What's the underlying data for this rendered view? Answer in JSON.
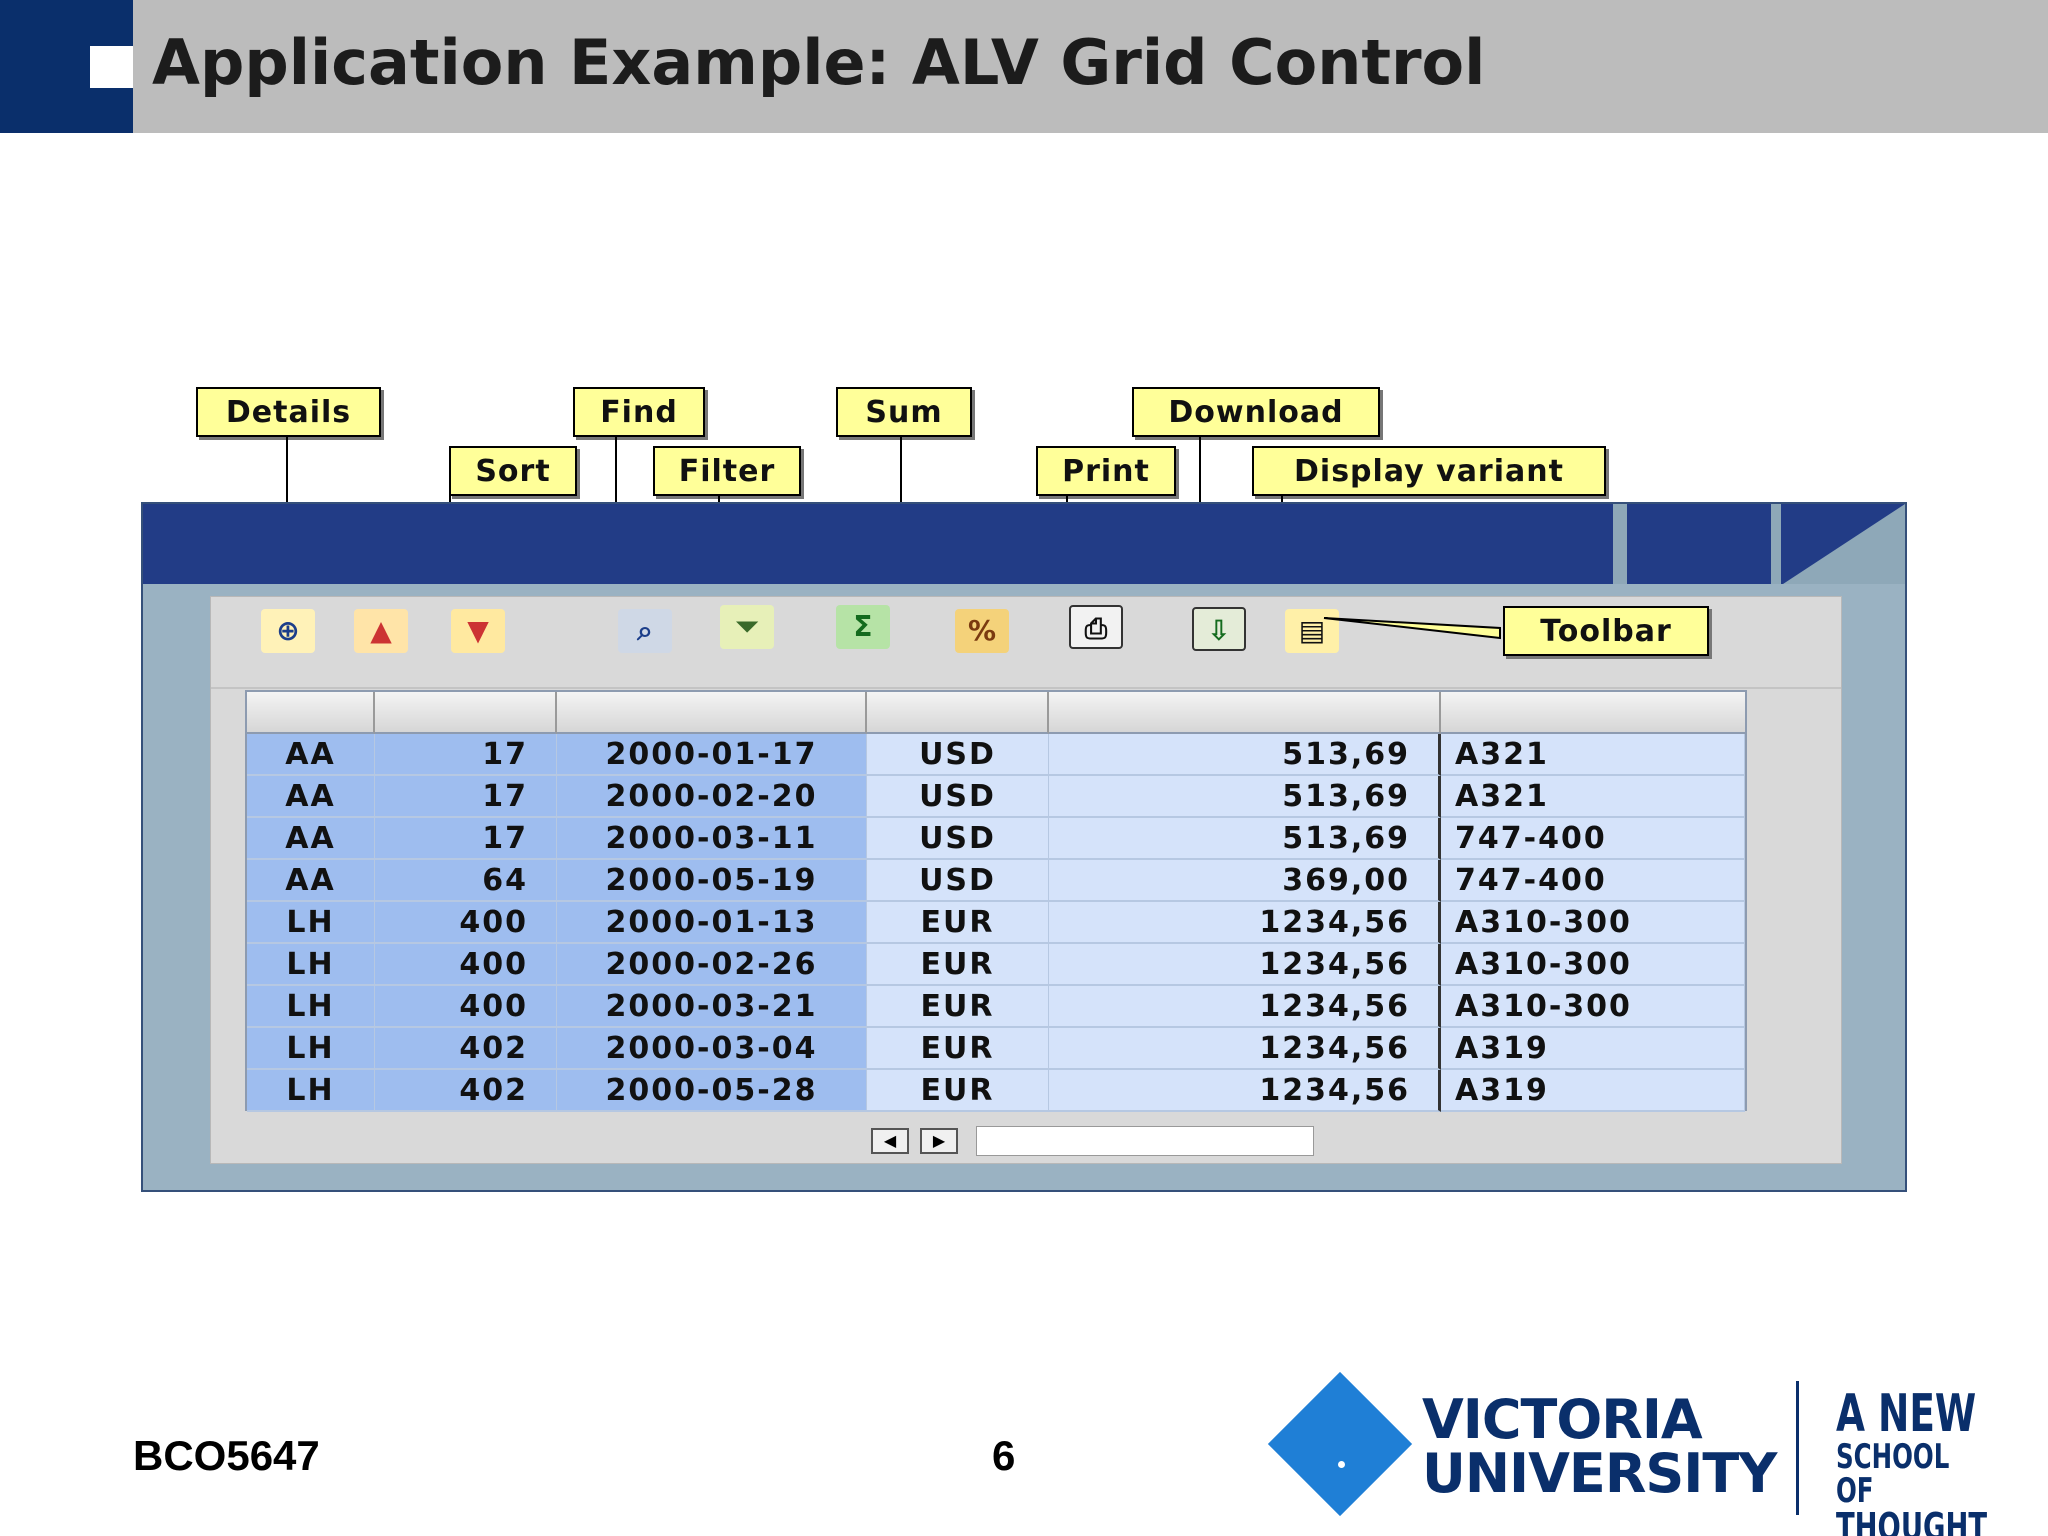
{
  "slide": {
    "title": "Application Example: ALV Grid Control",
    "course_code": "BCO5647",
    "page_number": "6"
  },
  "callouts": {
    "details": "Details",
    "sort": "Sort",
    "find": "Find",
    "filter": "Filter",
    "sum": "Sum",
    "print": "Print",
    "download": "Download",
    "display_variant": "Display variant",
    "toolbar": "Toolbar"
  },
  "toolbar_icons": [
    {
      "name": "details-icon",
      "glyph": "⊕"
    },
    {
      "name": "sort-ascending-icon",
      "glyph": "▲"
    },
    {
      "name": "sort-descending-icon",
      "glyph": "▼"
    },
    {
      "name": "find-binoculars-icon",
      "glyph": "⌕"
    },
    {
      "name": "filter-funnel-icon",
      "glyph": "⏷"
    },
    {
      "name": "sum-sigma-icon",
      "glyph": "Σ"
    },
    {
      "name": "subtotal-icon",
      "glyph": "%"
    },
    {
      "name": "print-icon",
      "glyph": "⎙"
    },
    {
      "name": "download-icon",
      "glyph": "⇩"
    },
    {
      "name": "display-variant-icon",
      "glyph": "▤"
    }
  ],
  "grid": {
    "rows": [
      {
        "carrier": "AA",
        "conn": "17",
        "date": "2000-01-17",
        "currency": "USD",
        "price": "513,69",
        "plane": "A321"
      },
      {
        "carrier": "AA",
        "conn": "17",
        "date": "2000-02-20",
        "currency": "USD",
        "price": "513,69",
        "plane": "A321"
      },
      {
        "carrier": "AA",
        "conn": "17",
        "date": "2000-03-11",
        "currency": "USD",
        "price": "513,69",
        "plane": "747-400"
      },
      {
        "carrier": "AA",
        "conn": "64",
        "date": "2000-05-19",
        "currency": "USD",
        "price": "369,00",
        "plane": "747-400"
      },
      {
        "carrier": "LH",
        "conn": "400",
        "date": "2000-01-13",
        "currency": "EUR",
        "price": "1234,56",
        "plane": "A310-300"
      },
      {
        "carrier": "LH",
        "conn": "400",
        "date": "2000-02-26",
        "currency": "EUR",
        "price": "1234,56",
        "plane": "A310-300"
      },
      {
        "carrier": "LH",
        "conn": "400",
        "date": "2000-03-21",
        "currency": "EUR",
        "price": "1234,56",
        "plane": "A310-300"
      },
      {
        "carrier": "LH",
        "conn": "402",
        "date": "2000-03-04",
        "currency": "EUR",
        "price": "1234,56",
        "plane": "A319"
      },
      {
        "carrier": "LH",
        "conn": "402",
        "date": "2000-05-28",
        "currency": "EUR",
        "price": "1234,56",
        "plane": "A319"
      }
    ]
  },
  "scrollbar": {
    "left_arrow": "◀",
    "right_arrow": "▶"
  },
  "logo": {
    "name_line1": "VICTORIA",
    "name_line2": "UNIVERSITY",
    "tagline1": "A NEW",
    "tagline2": "SCHOOL OF",
    "tagline3": "THOUGHT"
  },
  "colors": {
    "header_blue": "#0a2f6b",
    "window_title_blue": "#223c86",
    "key_column_blue": "#9ebdef",
    "data_column_blue": "#d5e3fa",
    "callout_yellow": "#ffff99"
  }
}
